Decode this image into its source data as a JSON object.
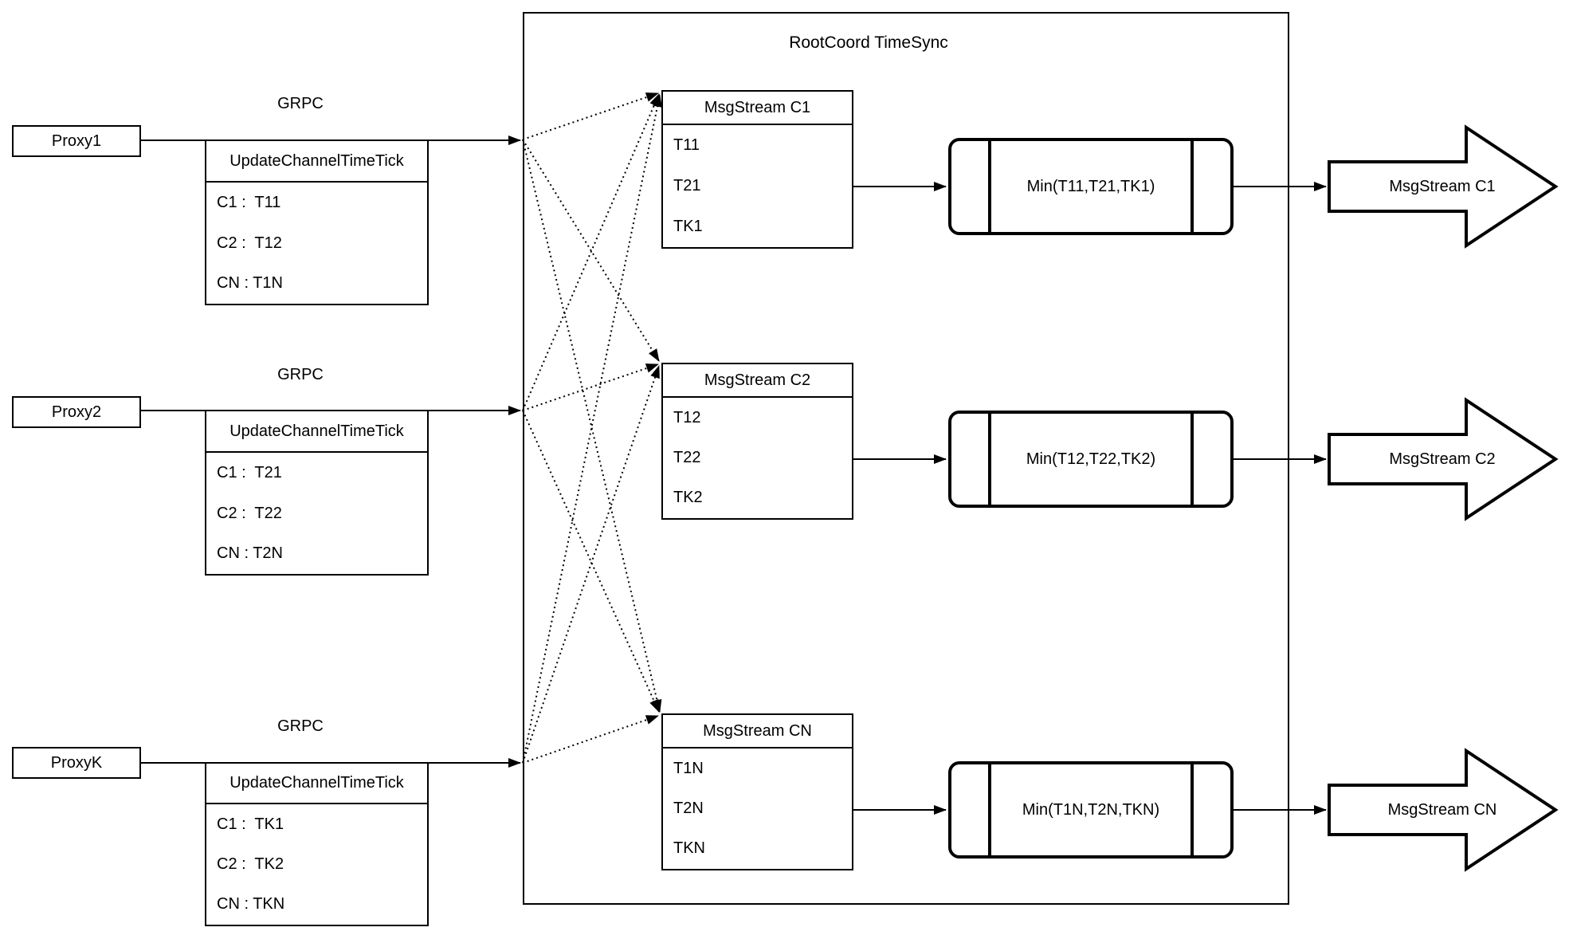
{
  "title": "RootCoord TimeSync",
  "grpc_label": "GRPC",
  "proxies": [
    {
      "name": "Proxy1",
      "table_header": "UpdateChannelTimeTick",
      "rows": [
        "C1 :  T11",
        "C2 :  T12",
        "CN : T1N"
      ]
    },
    {
      "name": "Proxy2",
      "table_header": "UpdateChannelTimeTick",
      "rows": [
        "C1 :  T21",
        "C2 :  T22",
        "CN : T2N"
      ]
    },
    {
      "name": "ProxyK",
      "table_header": "UpdateChannelTimeTick",
      "rows": [
        "C1 :  TK1",
        "C2 :  TK2",
        "CN : TKN"
      ]
    }
  ],
  "streams": [
    {
      "header": "MsgStream C1",
      "rows": [
        "T11",
        "T21",
        "TK1"
      ],
      "min_label": "Min(T11,T21,TK1)",
      "out_label": "MsgStream C1"
    },
    {
      "header": "MsgStream C2",
      "rows": [
        "T12",
        "T22",
        "TK2"
      ],
      "min_label": "Min(T12,T22,TK2)",
      "out_label": "MsgStream C2"
    },
    {
      "header": "MsgStream CN",
      "rows": [
        "T1N",
        "T2N",
        "TKN"
      ],
      "min_label": "Min(T1N,T2N,TKN)",
      "out_label": "MsgStream CN"
    }
  ],
  "colors": {
    "line": "#000000",
    "background": "#ffffff"
  }
}
